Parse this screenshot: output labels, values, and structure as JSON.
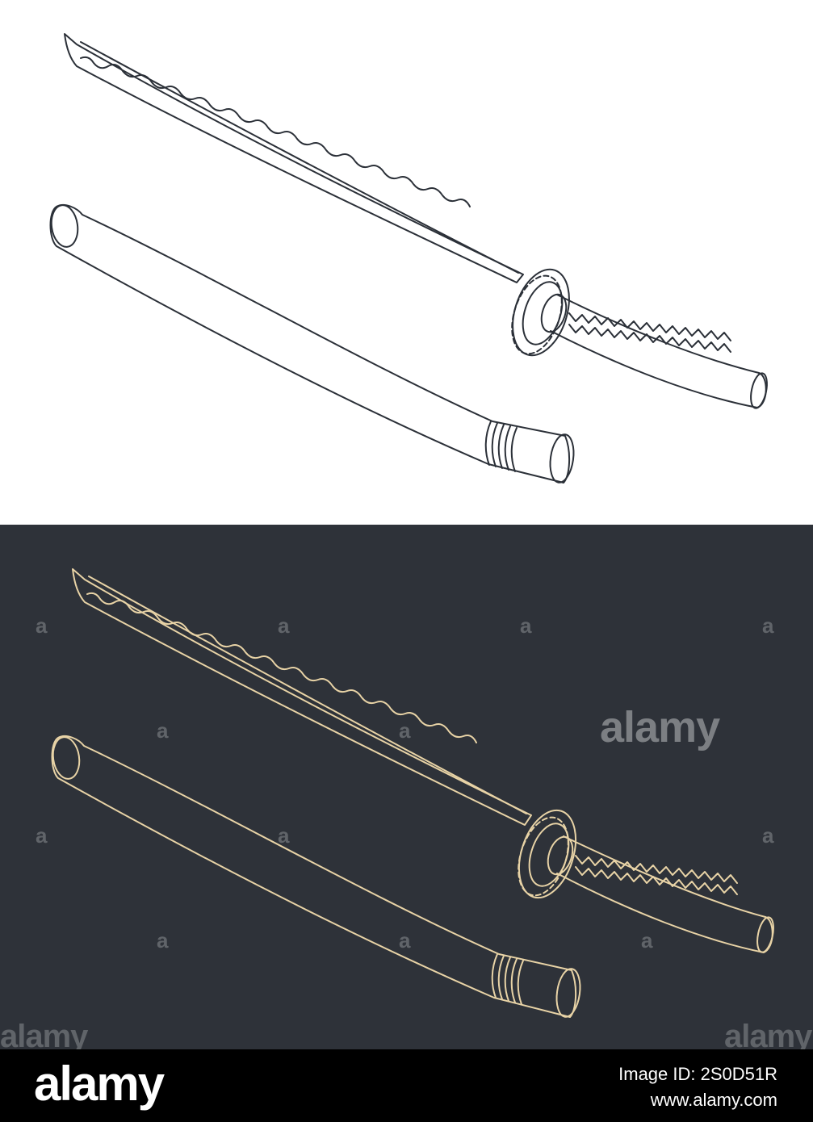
{
  "colors": {
    "top_bg": "#ffffff",
    "top_line": "#2b3038",
    "bottom_bg": "#2e3239",
    "bottom_line": "#e8d3a6",
    "footer_bg": "#000000",
    "footer_text": "#ffffff"
  },
  "watermark": {
    "word": "alamy",
    "letter": "a"
  },
  "footer": {
    "logo": "alamy",
    "image_id": "Image ID: 2S0D51R",
    "url": "www.alamy.com"
  }
}
